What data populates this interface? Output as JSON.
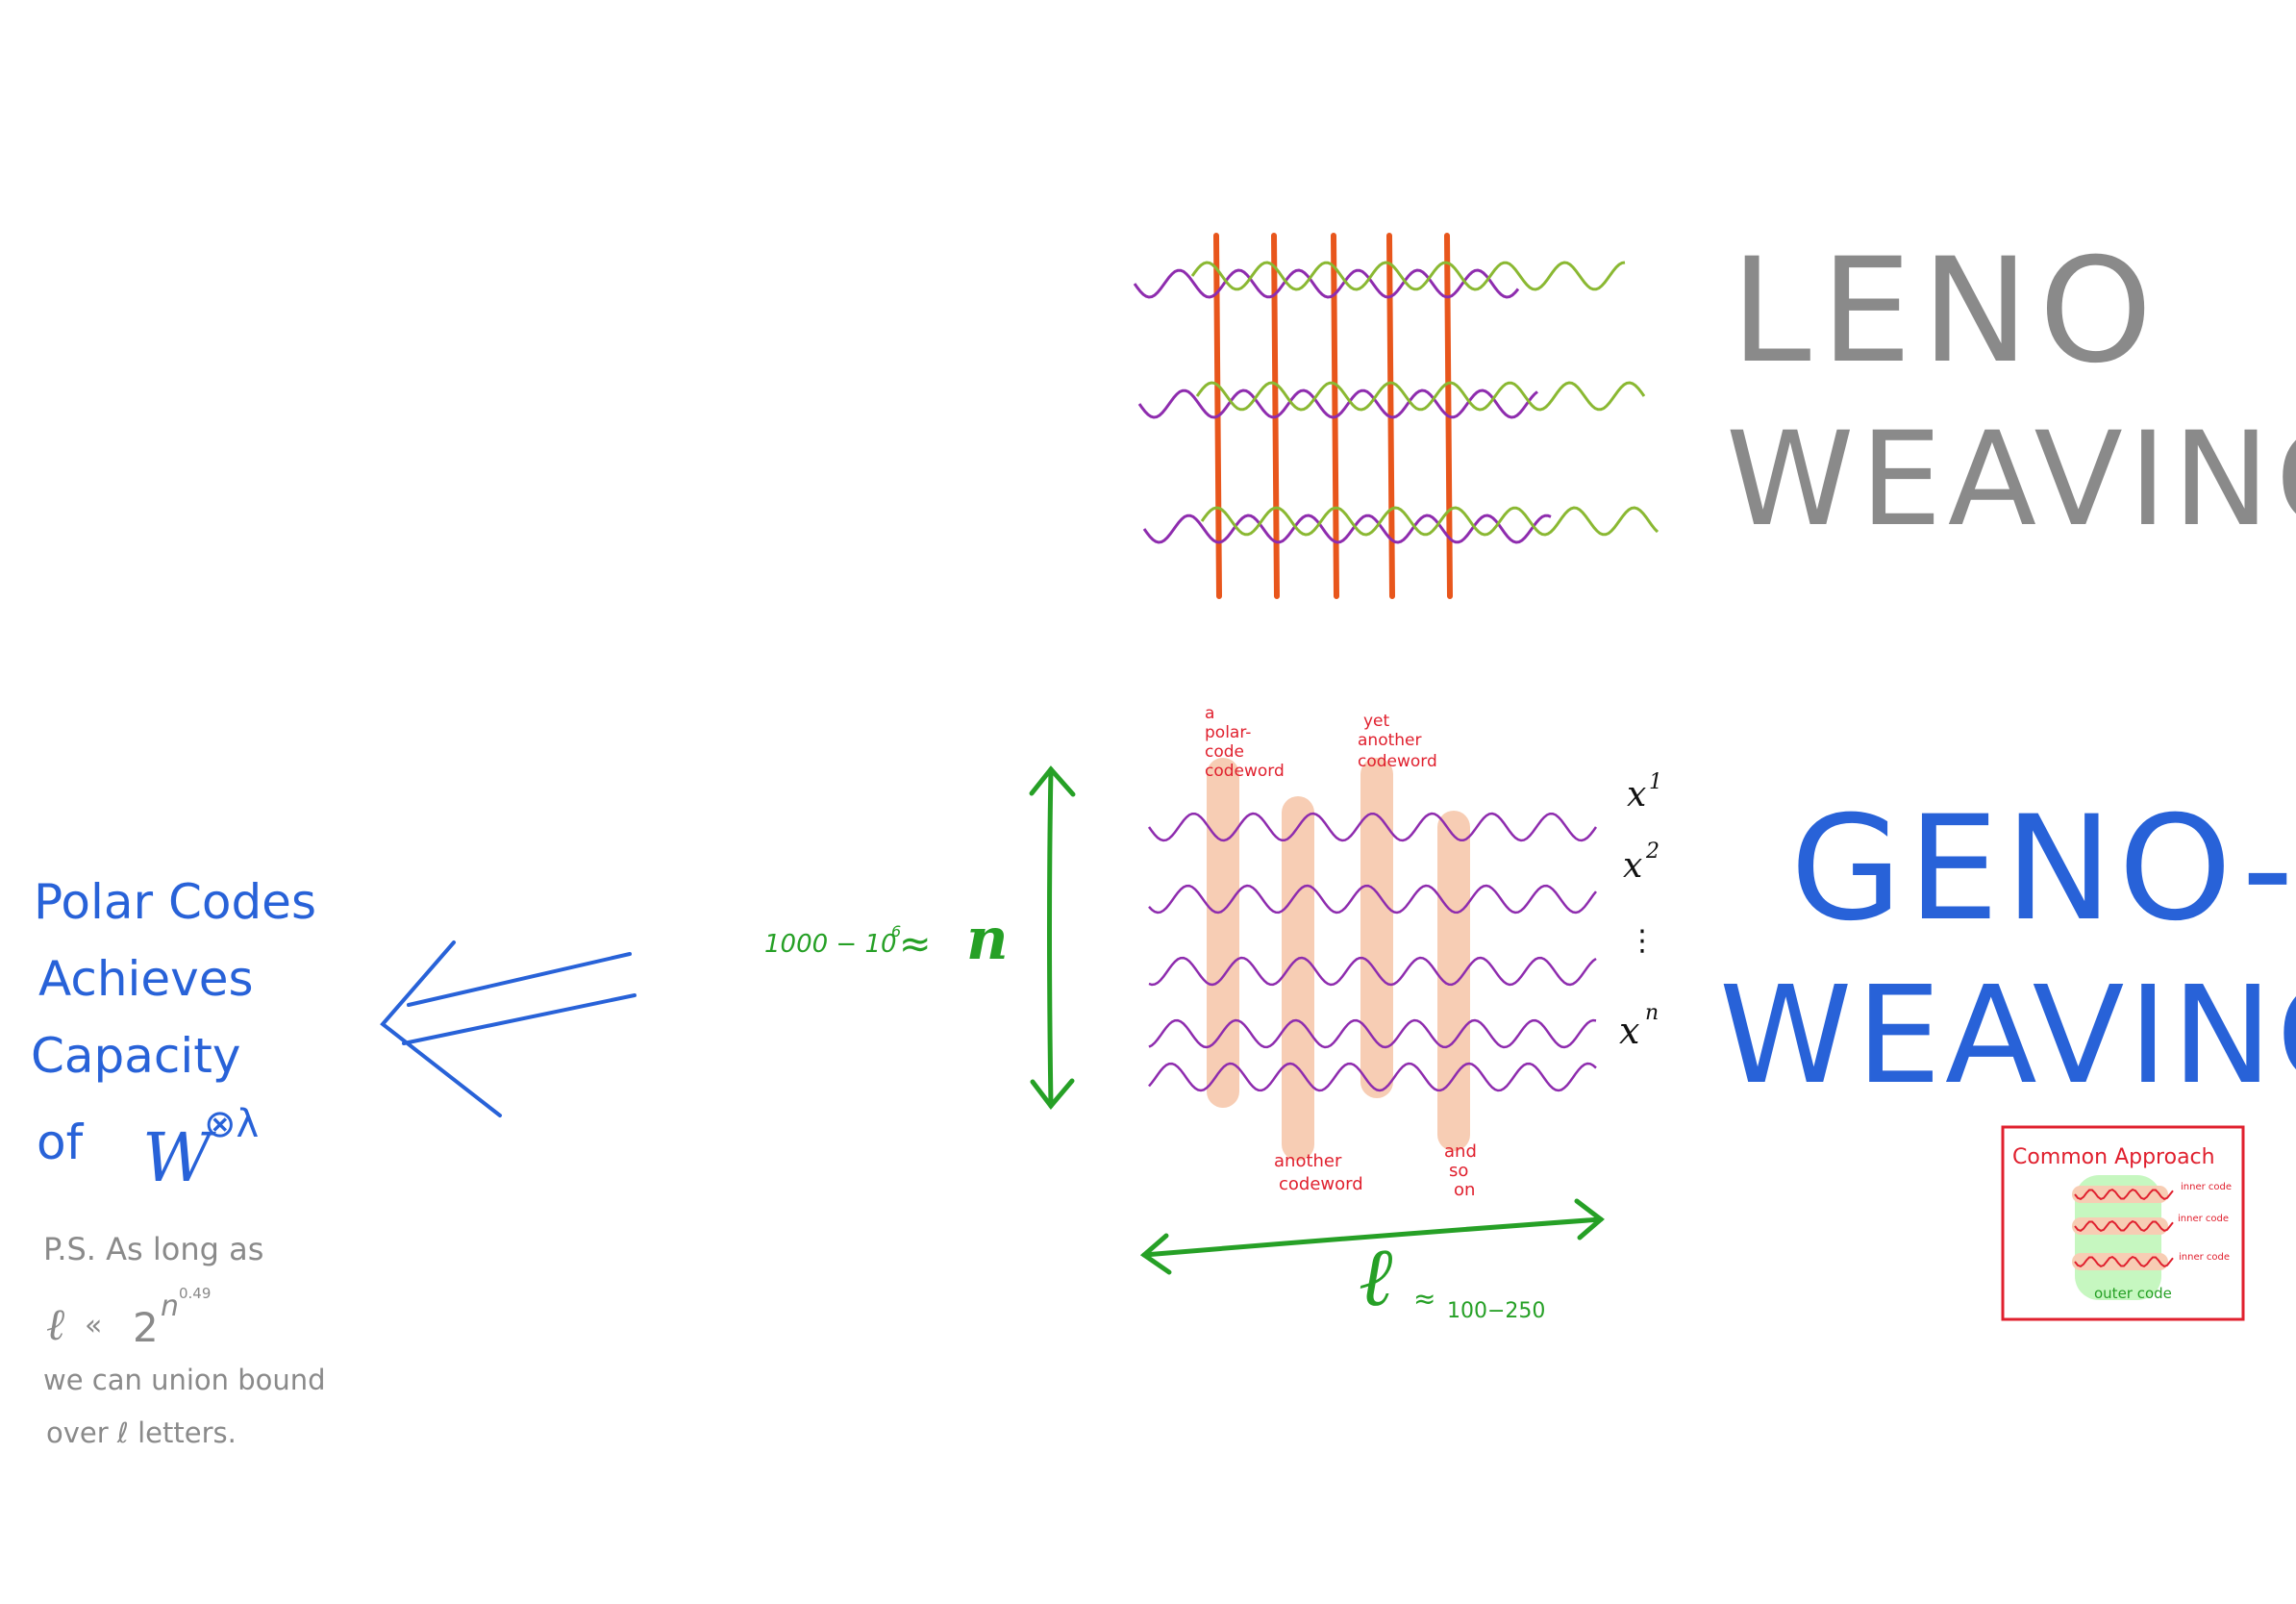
{
  "colors": {
    "orange": "#e8561c",
    "purple": "#8e2cae",
    "leaf": "#8ab832",
    "peach": "#f7cdb4",
    "blue": "#2862d8",
    "green": "#26a026",
    "red": "#e0202e",
    "gray": "#8a8a8a",
    "black": "#111111",
    "lightgreen": "#c6f7c0"
  },
  "leno": {
    "line1": "LENO",
    "line2": "WEAVING"
  },
  "geno": {
    "line1": "GENO-",
    "line2": "WEAVING"
  },
  "polar": {
    "line1": "Polar Codes",
    "line2": "Achieves",
    "line3": "Capacity",
    "line4_of": "of",
    "W": "W",
    "exponent": "⊗λ"
  },
  "ps": {
    "line1": "P.S.  As long as",
    "line2_l": "ℓ",
    "line2_ll": "«",
    "line2_two": "2",
    "line2_n": "n",
    "line2_exp": "0.49",
    "line3": "we  can  union bound",
    "line4": "over   ℓ   letters."
  },
  "n_label": {
    "range": "1000 − 10",
    "exp": "6",
    "approx": "≈",
    "symbol": "n"
  },
  "l_label": {
    "symbol": "ℓ",
    "approx": "≈",
    "range": "100−250"
  },
  "rows": [
    {
      "base": "x",
      "sup": "1"
    },
    {
      "base": "x",
      "sup": "2"
    },
    {
      "dots": "⋮"
    },
    {
      "base": "x",
      "sup": "n"
    }
  ],
  "annotations": {
    "a_polar": [
      "a",
      "polar-",
      "code",
      "codeword"
    ],
    "yet_another": [
      "yet",
      "another",
      "codeword"
    ],
    "another": [
      "another",
      "codeword"
    ],
    "and_so_on": [
      "and",
      "so",
      "on"
    ]
  },
  "common": {
    "title": "Common Approach",
    "inner1": "inner code",
    "inner2": "inner code",
    "inner3": "inner code",
    "outer": "outer code"
  }
}
